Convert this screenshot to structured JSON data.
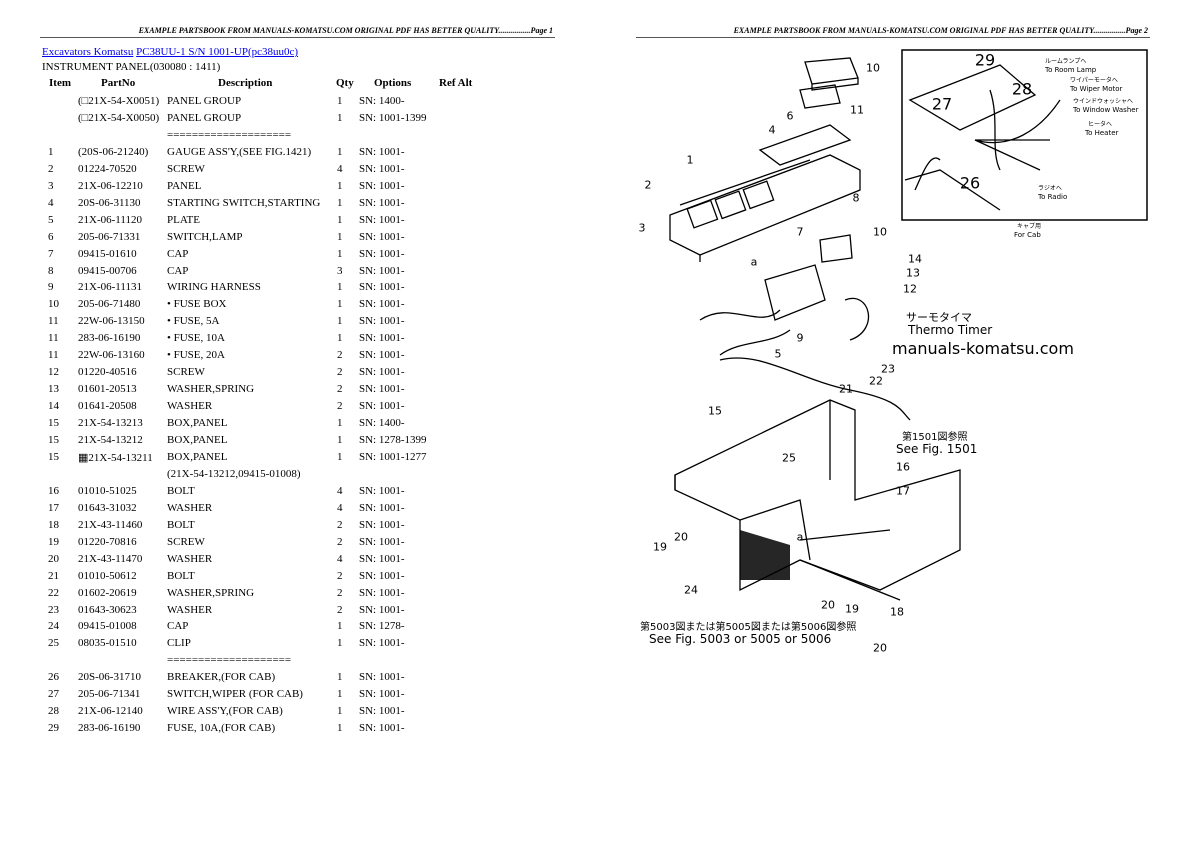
{
  "page1": {
    "header": "EXAMPLE PARTSBOOK FROM MANUALS-KOMATSU.COM ORIGINAL PDF HAS BETTER QUALITY................Page 1",
    "breadcrumb": {
      "category": "Excavators Komatsu",
      "model": "PC38UU-1 S/N 1001-UP(pc38uu0c)"
    },
    "section_title": "INSTRUMENT PANEL(030080 : 1411)",
    "columns": [
      "Item",
      "PartNo",
      "Description",
      "Qty",
      "Options",
      "Ref Alt"
    ],
    "rows": [
      [
        "",
        "(□21X-54-X0051)",
        "PANEL GROUP",
        "1",
        "SN: 1400-"
      ],
      [
        "",
        "(□21X-54-X0050)",
        "PANEL GROUP",
        "1",
        "SN: 1001-1399"
      ],
      [
        "",
        "",
        "====================",
        "",
        ""
      ],
      [
        "1",
        "(20S-06-21240)",
        "GAUGE ASS'Y,(SEE FIG.1421)",
        "1",
        "SN: 1001-"
      ],
      [
        "2",
        "01224-70520",
        "SCREW",
        "4",
        "SN: 1001-"
      ],
      [
        "3",
        "21X-06-12210",
        "PANEL",
        "1",
        "SN: 1001-"
      ],
      [
        "4",
        "20S-06-31130",
        "STARTING SWITCH,STARTING",
        "1",
        "SN: 1001-"
      ],
      [
        "5",
        "21X-06-11120",
        "PLATE",
        "1",
        "SN: 1001-"
      ],
      [
        "6",
        "205-06-71331",
        "SWITCH,LAMP",
        "1",
        "SN: 1001-"
      ],
      [
        "7",
        "09415-01610",
        "CAP",
        "1",
        "SN: 1001-"
      ],
      [
        "8",
        "09415-00706",
        "CAP",
        "3",
        "SN: 1001-"
      ],
      [
        "9",
        "21X-06-11131",
        "WIRING HARNESS",
        "1",
        "SN: 1001-"
      ],
      [
        "10",
        "205-06-71480",
        "• FUSE BOX",
        "1",
        "SN: 1001-"
      ],
      [
        "11",
        "22W-06-13150",
        "• FUSE, 5A",
        "1",
        "SN: 1001-"
      ],
      [
        "11",
        "283-06-16190",
        "• FUSE, 10A",
        "1",
        "SN: 1001-"
      ],
      [
        "11",
        "22W-06-13160",
        "• FUSE, 20A",
        "2",
        "SN: 1001-"
      ],
      [
        "12",
        "01220-40516",
        "SCREW",
        "2",
        "SN: 1001-"
      ],
      [
        "13",
        "01601-20513",
        "WASHER,SPRING",
        "2",
        "SN: 1001-"
      ],
      [
        "14",
        "01641-20508",
        "WASHER",
        "2",
        "SN: 1001-"
      ],
      [
        "15",
        "21X-54-13213",
        "BOX,PANEL",
        "1",
        "SN: 1400-"
      ],
      [
        "15",
        "21X-54-13212",
        "BOX,PANEL",
        "1",
        "SN: 1278-1399"
      ],
      [
        "15",
        "▦21X-54-13211",
        "BOX,PANEL",
        "1",
        "SN: 1001-1277"
      ],
      [
        "",
        "",
        "(21X-54-13212,09415-01008)",
        "",
        ""
      ],
      [
        "16",
        "01010-51025",
        "BOLT",
        "4",
        "SN: 1001-"
      ],
      [
        "17",
        "01643-31032",
        "WASHER",
        "4",
        "SN: 1001-"
      ],
      [
        "18",
        "21X-43-11460",
        "BOLT",
        "2",
        "SN: 1001-"
      ],
      [
        "19",
        "01220-70816",
        "SCREW",
        "2",
        "SN: 1001-"
      ],
      [
        "20",
        "21X-43-11470",
        "WASHER",
        "4",
        "SN: 1001-"
      ],
      [
        "21",
        "01010-50612",
        "BOLT",
        "2",
        "SN: 1001-"
      ],
      [
        "22",
        "01602-20619",
        "WASHER,SPRING",
        "2",
        "SN: 1001-"
      ],
      [
        "23",
        "01643-30623",
        "WASHER",
        "2",
        "SN: 1001-"
      ],
      [
        "24",
        "09415-01008",
        "CAP",
        "1",
        "SN: 1278-"
      ],
      [
        "25",
        "08035-01510",
        "CLIP",
        "1",
        "SN: 1001-"
      ],
      [
        "",
        "",
        "====================",
        "",
        ""
      ],
      [
        "26",
        "20S-06-31710",
        "BREAKER,(FOR CAB)",
        "1",
        "SN: 1001-"
      ],
      [
        "27",
        "205-06-71341",
        "SWITCH,WIPER (FOR CAB)",
        "1",
        "SN: 1001-"
      ],
      [
        "28",
        "21X-06-12140",
        "WIRE ASS'Y,(FOR CAB)",
        "1",
        "SN: 1001-"
      ],
      [
        "29",
        "283-06-16190",
        "FUSE, 10A,(FOR CAB)",
        "1",
        "SN: 1001-"
      ]
    ]
  },
  "page2": {
    "header": "EXAMPLE PARTSBOOK FROM MANUALS-KOMATSU.COM ORIGINAL PDF HAS BETTER QUALITY................Page 2",
    "watermark": "manuals-komatsu.com",
    "callouts": [
      "10",
      "11",
      "4",
      "6",
      "1",
      "2",
      "3",
      "8",
      "7",
      "10",
      "14",
      "13",
      "12",
      "9",
      "5",
      "23",
      "22",
      "21",
      "15",
      "16",
      "17",
      "25",
      "19",
      "20",
      "24",
      "20",
      "19",
      "20",
      "18",
      "a",
      "a"
    ],
    "thermo_jp": "サーモタイマ",
    "thermo_en": "Thermo Timer",
    "ref1501_jp": "第1501図参照",
    "ref1501_en": "See Fig. 1501",
    "ref5003_jp": "第5003図または第5005図または第5006図参照",
    "ref5003_en": "See Fig. 5003 or 5005 or 5006",
    "inset": {
      "callouts": [
        "29",
        "27",
        "28",
        "26"
      ],
      "room_lamp_jp": "ルームランプへ",
      "room_lamp": "To Room Lamp",
      "wiper_jp": "ワイパーモータへ",
      "wiper": "To Wiper Motor",
      "washer_jp": "ウインドウォッシャへ",
      "washer": "To Window Washer",
      "heater_jp": "ヒータへ",
      "heater": "To Heater",
      "radio_jp": "ラジオへ",
      "radio": "To Radio",
      "cab_jp": "キャブ用",
      "cab": "For Cab"
    }
  }
}
